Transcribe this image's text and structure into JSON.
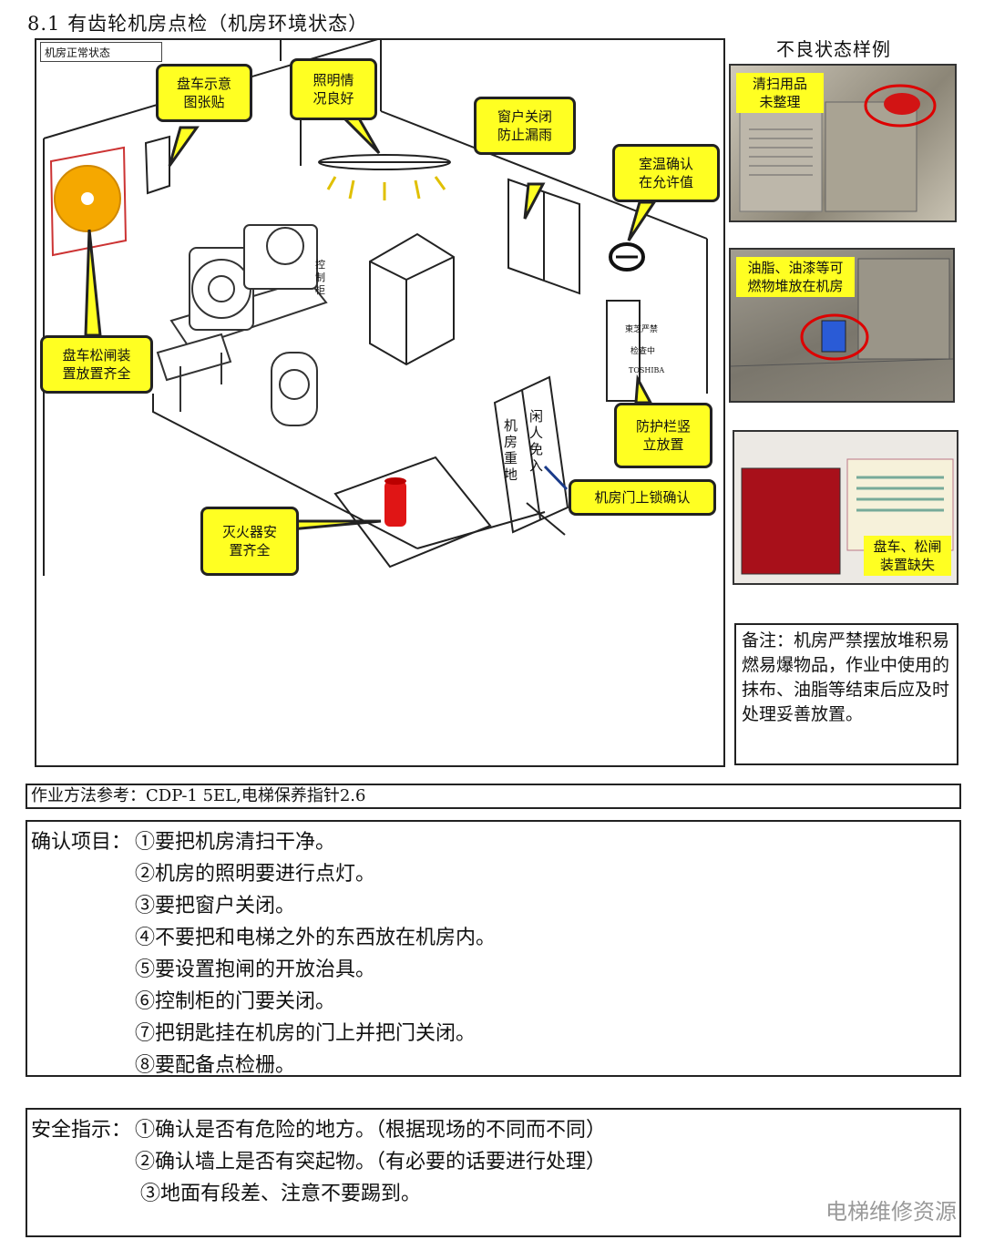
{
  "title": "8.1  有齿轮机房点检（机房环境状态）",
  "diagram": {
    "tag": "机房正常状态",
    "callouts": {
      "pan": "盘车示意\n图张贴",
      "light": "照明情\n况良好",
      "window": "窗户关闭\n防止漏雨",
      "temp": "室温确认\n在允许值",
      "brake": "盘车松闸装\n置放置齐全",
      "guard": "防护栏竖\n立放置",
      "door": "机房门上锁确认",
      "fire": "灭火器安\n置齐全"
    },
    "cabinet_label": "控\n制\n柜",
    "door_sign_left": "机\n房\n重\n地",
    "door_sign_right": "闲\n人\n免\n入",
    "guard_sign": [
      "東芝严禁",
      "检查中",
      "TOSHIBA"
    ]
  },
  "bad_examples": {
    "title": "不良状态样例",
    "photo1_label": "清扫用品\n未整理",
    "photo2_label": "油脂、油漆等可\n燃物堆放在机房",
    "photo3_label": "盘车、松闸\n装置缺失"
  },
  "note": "备注：机房严禁摆放堆积易燃易爆物品，作业中使用的抹布、油脂等结束后应及时处理妥善放置。",
  "method": "作业方法参考：CDP-1 5EL,电梯保养指针2.6",
  "confirm": {
    "label": "确认项目：",
    "items": [
      "①要把机房清扫干净。",
      "②机房的照明要进行点灯。",
      "③要把窗户关闭。",
      "④不要把和电梯之外的东西放在机房内。",
      "⑤要设置抱闸的开放治具。",
      "⑥控制柜的门要关闭。",
      "⑦把钥匙挂在机房的门上并把门关闭。",
      "⑧要配备点检栅。"
    ]
  },
  "safety": {
    "label": "安全指示：",
    "items": [
      "①确认是否有危险的地方。（根据现场的不同而不同）",
      "②确认墙上是否有突起物。（有必要的话要进行处理）",
      "③地面有段差、注意不要踢到。"
    ]
  },
  "watermark": "电梯维修资源"
}
